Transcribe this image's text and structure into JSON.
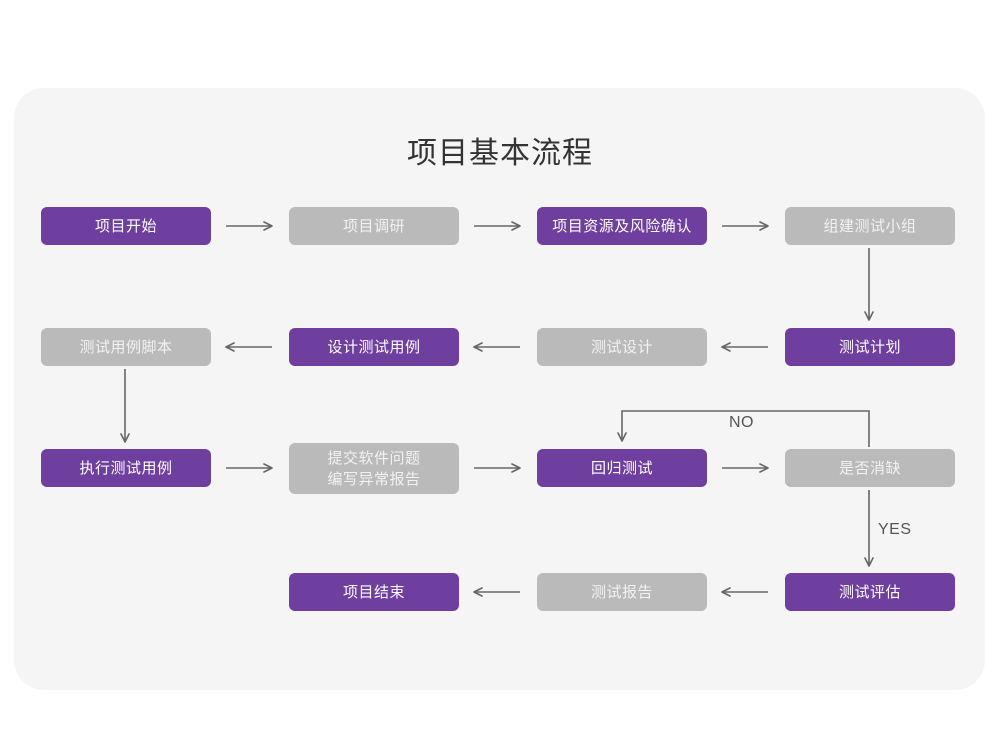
{
  "page": {
    "title": "项目基本流程",
    "background_color": "#ffffff",
    "card_color": "#f5f5f5"
  },
  "colors": {
    "purple": "#6e3f9e",
    "gray": "#bababa",
    "purple_text": "#ffffff",
    "gray_text": "#f2f2f2",
    "arrow": "#666666",
    "title_text": "#333333"
  },
  "flowchart": {
    "type": "flowchart",
    "nodes": [
      {
        "id": "n1",
        "label": "项目开始",
        "style": "purple",
        "row": 1,
        "col": 1
      },
      {
        "id": "n2",
        "label": "项目调研",
        "style": "gray",
        "row": 1,
        "col": 2
      },
      {
        "id": "n3",
        "label": "项目资源及风险确认",
        "style": "purple",
        "row": 1,
        "col": 3
      },
      {
        "id": "n4",
        "label": "组建测试小组",
        "style": "gray",
        "row": 1,
        "col": 4
      },
      {
        "id": "n5",
        "label": "测试用例脚本",
        "style": "gray",
        "row": 2,
        "col": 1
      },
      {
        "id": "n6",
        "label": "设计测试用例",
        "style": "purple",
        "row": 2,
        "col": 2
      },
      {
        "id": "n7",
        "label": "测试设计",
        "style": "gray",
        "row": 2,
        "col": 3
      },
      {
        "id": "n8",
        "label": "测试计划",
        "style": "purple",
        "row": 2,
        "col": 4
      },
      {
        "id": "n9",
        "label": "执行测试用例",
        "style": "purple",
        "row": 3,
        "col": 1
      },
      {
        "id": "n10",
        "label": "提交软件问题\n编写异常报告",
        "style": "gray",
        "row": 3,
        "col": 2
      },
      {
        "id": "n11",
        "label": "回归测试",
        "style": "purple",
        "row": 3,
        "col": 3
      },
      {
        "id": "n12",
        "label": "是否消缺",
        "style": "gray",
        "row": 3,
        "col": 4
      },
      {
        "id": "n13",
        "label": "项目结束",
        "style": "purple",
        "row": 4,
        "col": 2
      },
      {
        "id": "n14",
        "label": "测试报告",
        "style": "gray",
        "row": 4,
        "col": 3
      },
      {
        "id": "n15",
        "label": "测试评估",
        "style": "purple",
        "row": 4,
        "col": 4
      }
    ],
    "edges": [
      {
        "from": "n1",
        "to": "n2",
        "label": "",
        "direction": "right"
      },
      {
        "from": "n2",
        "to": "n3",
        "label": "",
        "direction": "right"
      },
      {
        "from": "n3",
        "to": "n4",
        "label": "",
        "direction": "right"
      },
      {
        "from": "n4",
        "to": "n8",
        "label": "",
        "direction": "down"
      },
      {
        "from": "n8",
        "to": "n7",
        "label": "",
        "direction": "left"
      },
      {
        "from": "n7",
        "to": "n6",
        "label": "",
        "direction": "left"
      },
      {
        "from": "n6",
        "to": "n5",
        "label": "",
        "direction": "left"
      },
      {
        "from": "n5",
        "to": "n9",
        "label": "",
        "direction": "down"
      },
      {
        "from": "n9",
        "to": "n10",
        "label": "",
        "direction": "right"
      },
      {
        "from": "n10",
        "to": "n11",
        "label": "",
        "direction": "right"
      },
      {
        "from": "n11",
        "to": "n12",
        "label": "",
        "direction": "right"
      },
      {
        "from": "n12",
        "to": "n11",
        "label": "NO",
        "direction": "loop-up-left"
      },
      {
        "from": "n12",
        "to": "n15",
        "label": "YES",
        "direction": "down"
      },
      {
        "from": "n15",
        "to": "n14",
        "label": "",
        "direction": "left"
      },
      {
        "from": "n14",
        "to": "n13",
        "label": "",
        "direction": "left"
      }
    ],
    "edge_labels": {
      "no": "NO",
      "yes": "YES"
    }
  }
}
